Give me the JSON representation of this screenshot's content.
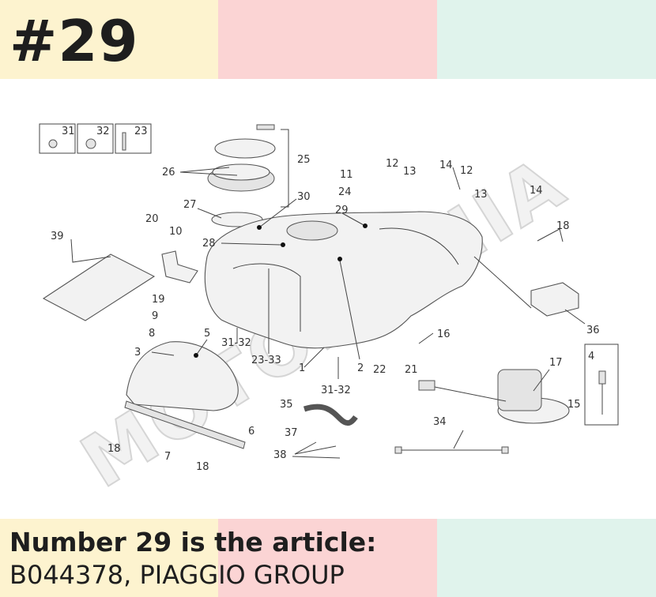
{
  "header": {
    "part_number": "#29",
    "band_colors": [
      "#fdf3cf",
      "#fbd4d4",
      "#e0f3ec"
    ]
  },
  "footer": {
    "line1": "Number 29 is the article:",
    "line2": "B044378, PIAGGIO GROUP",
    "band_colors": [
      "#fdf3cf",
      "#fbd4d4",
      "#e0f3ec"
    ]
  },
  "diagram": {
    "watermark": "MOTOMONIA",
    "callouts": [
      "31",
      "32",
      "23",
      "25",
      "26",
      "27",
      "30",
      "29",
      "28",
      "20",
      "10",
      "39",
      "19",
      "9",
      "8",
      "5",
      "3",
      "31-32",
      "23-33",
      "1",
      "2",
      "31-32",
      "11",
      "12",
      "13",
      "24",
      "14",
      "12",
      "13",
      "14",
      "18",
      "36",
      "16",
      "21",
      "22",
      "17",
      "4",
      "15",
      "35",
      "34",
      "37",
      "38",
      "6",
      "18",
      "7",
      "18"
    ]
  }
}
